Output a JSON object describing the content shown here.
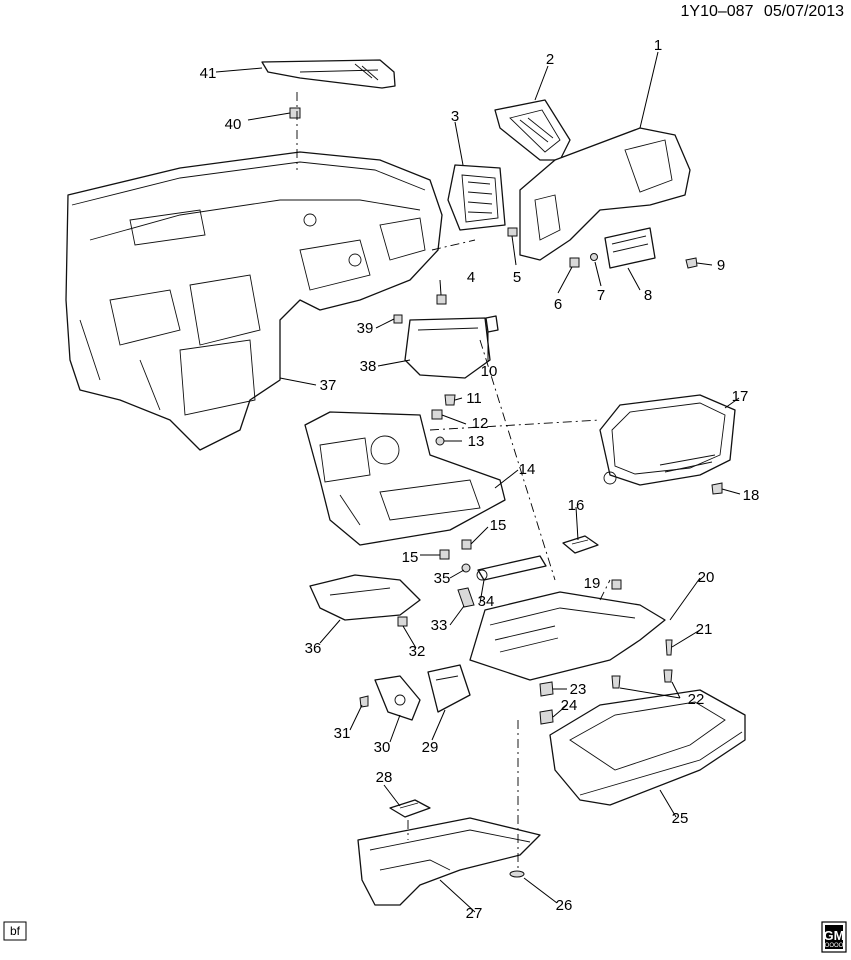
{
  "header": {
    "ref_code": "1Y10–087",
    "date": "05/07/2013"
  },
  "footer": {
    "corner_tag": "bf",
    "brand_badge": "GM",
    "brand_badge_sub": "OOOO"
  },
  "callouts": [
    "1",
    "2",
    "3",
    "4",
    "5",
    "6",
    "7",
    "8",
    "9",
    "10",
    "11",
    "12",
    "13",
    "14",
    "15",
    "15",
    "16",
    "17",
    "18",
    "19",
    "20",
    "21",
    "22",
    "23",
    "24",
    "25",
    "26",
    "27",
    "28",
    "29",
    "30",
    "31",
    "32",
    "33",
    "34",
    "35",
    "36",
    "37",
    "38",
    "39",
    "40",
    "41"
  ],
  "icons": [
    "exploded-parts-diagram",
    "gm-logo-icon"
  ]
}
